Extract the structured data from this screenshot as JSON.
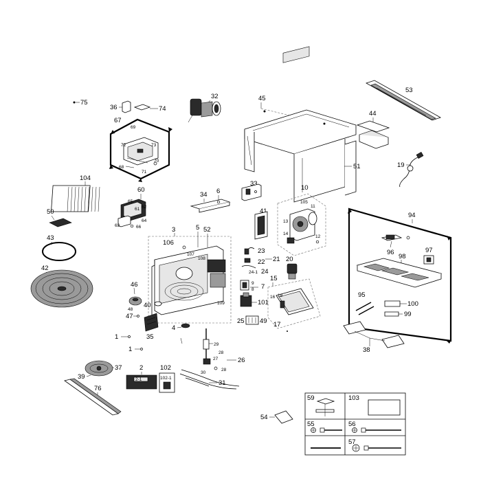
{
  "labels": {
    "p1a": "1",
    "p1b": "1",
    "p2": "2",
    "p2_1": "2-1",
    "p3": "3",
    "p4": "4",
    "p5": "5",
    "p6": "6",
    "p7": "7",
    "p8": "8",
    "p9": "9",
    "p10": "10",
    "p11": "11",
    "p12": "12",
    "p13": "13",
    "p14": "14",
    "p15": "15",
    "p16": "16",
    "p17": "17",
    "p18": "18",
    "p19": "19",
    "p20": "20",
    "p21": "21",
    "p22": "22",
    "p23": "23",
    "p24": "24",
    "p24_1": "24-1",
    "p25": "25",
    "p26": "26",
    "p27": "27",
    "p28a": "28",
    "p28b": "28",
    "p29": "29",
    "p30": "30",
    "p31": "31",
    "p32": "32",
    "p33": "33",
    "p34": "34",
    "p35": "35",
    "p36": "36",
    "p37": "37",
    "p38": "38",
    "p39": "39",
    "p40": "40",
    "p41": "41",
    "p42": "42",
    "p43": "43",
    "p44": "44",
    "p45": "45",
    "p46": "46",
    "p47": "47",
    "p48": "48",
    "p49": "49",
    "p50": "50",
    "p51": "51",
    "p52": "52",
    "p53": "53",
    "p54": "54",
    "p55": "55",
    "p56": "56",
    "p57": "57",
    "p59": "59",
    "p60": "60",
    "p61": "61",
    "p62": "62",
    "p63": "63",
    "p64": "64",
    "p65": "65",
    "p66": "66",
    "p67": "67",
    "p68": "68",
    "p69": "69",
    "p70": "70",
    "p71": "71",
    "p72": "72",
    "p73": "73",
    "p74": "74",
    "p75": "75",
    "p76": "76",
    "p94": "94",
    "p95": "95",
    "p96": "96",
    "p97": "97",
    "p98": "98",
    "p99": "99",
    "p100": "100",
    "p101": "101",
    "p102": "102",
    "p102_1": "102-1",
    "p103": "103",
    "p104": "104",
    "p105": "105",
    "p106": "106",
    "p107": "107",
    "p108": "108",
    "p109": "109"
  }
}
